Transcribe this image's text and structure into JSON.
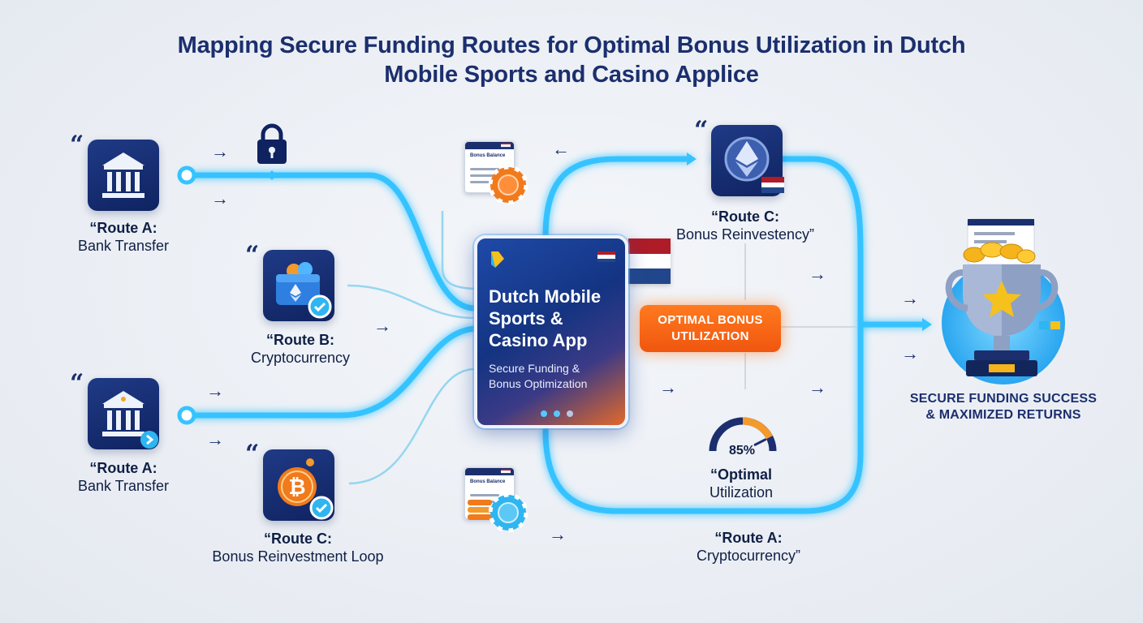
{
  "title": "Mapping Secure Funding Routes for Optimal Bonus Utilization in Dutch Mobile Sports and Casino Applice",
  "quote_mark": "“",
  "arrow_glyph": "→",
  "arrow_left_glyph": "←",
  "routes": {
    "left_top": {
      "line1": "“Route A:",
      "line2": "Bank Transfer",
      "icon": "bank-icon"
    },
    "left_mid": {
      "line1": "“Route B:",
      "line2": "Cryptocurrency",
      "icon": "crypto-wallet-icon"
    },
    "left_low": {
      "line1": "“Route A:",
      "line2": "Bank Transfer",
      "icon": "bank-icon"
    },
    "left_bottom": {
      "line1": "“Route C:",
      "line2": "Bonus Reinvestment Loop",
      "icon": "bitcoin-icon"
    },
    "right_top": {
      "line1": "“Route C:",
      "line2": "Bonus Reinvestency”",
      "icon": "ethereum-icon"
    },
    "right_bottom": {
      "line1": "“Route A:",
      "line2": "Cryptocurrency”"
    }
  },
  "app_card": {
    "title": "Dutch Mobile Sports & Casino App",
    "subtitle": "Secure Funding & Bonus Optimization"
  },
  "optimal_box": {
    "line1": "OPTIMAL BONUS",
    "line2": "UTILIZATION"
  },
  "gauge": {
    "value_text": "85%",
    "value": 0.85,
    "label_line1": "“Optimal",
    "label_line2": "Utilization"
  },
  "result": {
    "line1": "SECURE FUNDING SUCCESS",
    "line2": "& MAXIMIZED RETURNS",
    "icon": "trophy-icon"
  },
  "doc_text": "Bonus Balance",
  "colors": {
    "navy": "#1b2f6e",
    "path_glow": "#2fc1ff",
    "orange": "#f0560f",
    "dutch_red": "#ae1c28",
    "dutch_blue": "#21468b",
    "gold": "#f5b31c"
  }
}
